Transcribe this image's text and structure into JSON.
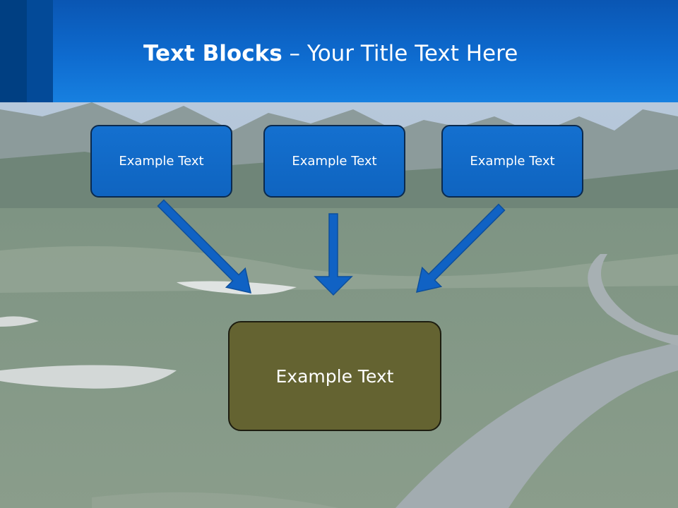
{
  "slide": {
    "title_bold": "Text Blocks",
    "title_dash": " – ",
    "title_rest": "Your Title Text Here"
  },
  "blocks": {
    "top": [
      {
        "label": "Example Text"
      },
      {
        "label": "Example Text"
      },
      {
        "label": "Example Text"
      }
    ],
    "bottom": {
      "label": "Example Text"
    }
  },
  "colors": {
    "header": "#0e6bcf",
    "box_fill": "#1470cf",
    "arrow_fill": "#1062c4",
    "bottom_fill": "#646331"
  }
}
